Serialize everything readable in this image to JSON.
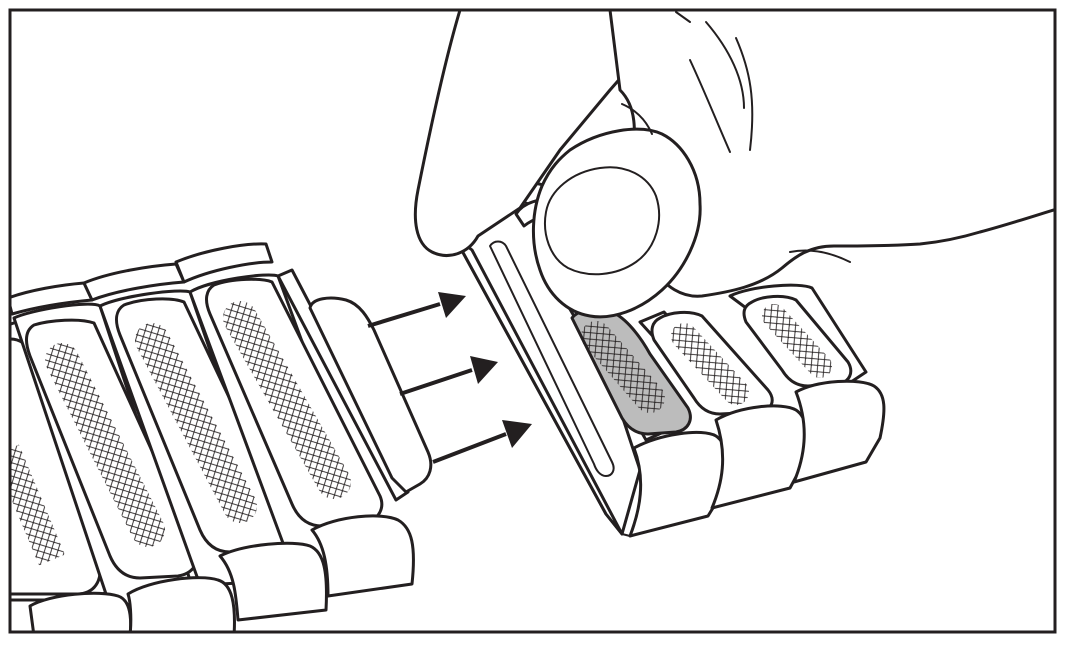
{
  "figure": {
    "colors": {
      "stroke": "#231f20",
      "background": "#ffffff",
      "highlight_pad": "#bcbcbc"
    },
    "icons": {
      "frame": "border-frame",
      "arrows": "right-arrow-icon",
      "hand": "hand-finger-icon"
    },
    "left_module_pad_count": 4,
    "right_module_pad_count": 3,
    "arrow_count": 3
  }
}
